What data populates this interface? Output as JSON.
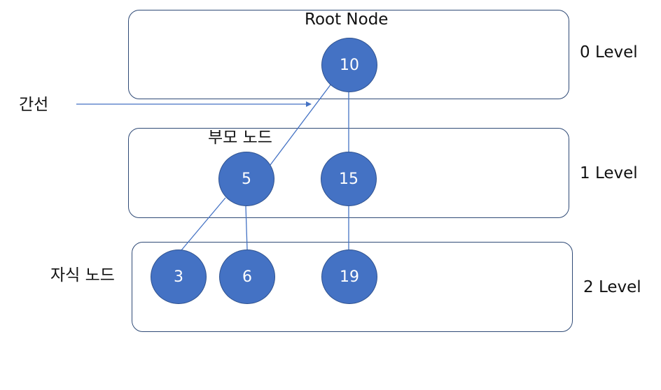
{
  "labels": {
    "root": "Root Node",
    "edge": "간선",
    "parent": "부모 노드",
    "child": "자식 노드"
  },
  "levels": [
    "0 Level",
    "1 Level",
    "2 Level"
  ],
  "nodes": {
    "n10": "10",
    "n5": "5",
    "n15": "15",
    "n3": "3",
    "n6": "6",
    "n19": "19"
  },
  "edges": [
    [
      "10",
      "5"
    ],
    [
      "10",
      "15"
    ],
    [
      "5",
      "3"
    ],
    [
      "5",
      "6"
    ],
    [
      "15",
      "19"
    ]
  ],
  "colors": {
    "node_fill": "#4472c4",
    "node_border": "#2f528f",
    "line": "#4472c4",
    "box_border": "#2f4a76"
  }
}
